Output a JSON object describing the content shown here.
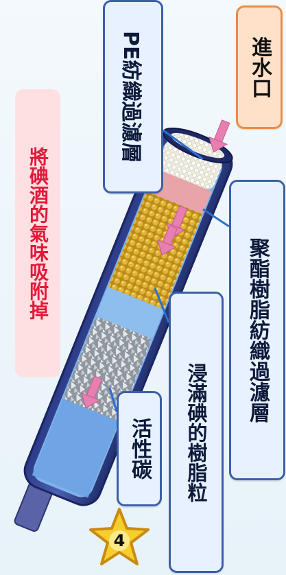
{
  "labels": {
    "inlet": "進水口",
    "pe_layer": "PE紡織過濾層",
    "polyester_layer": "聚酯樹脂紡織過濾層",
    "resin": "浸滿碘的樹脂粒",
    "carbon": "活性碳",
    "title": "將碘酒的氣味吸附掉"
  },
  "step_number": "4",
  "colors": {
    "tube_outer": "#2f3f8e",
    "tube_inner": "#6fa6e6",
    "resin_beads": "#d7a92c",
    "pe_layer": "#f0f0e6",
    "poly_layer": "#f6a8a8",
    "carbon": "#9aa3ad",
    "arrow": "#e67fb0",
    "accent_red": "#e21a3a",
    "star": "#f6cf2f"
  },
  "icons": [
    "flow-arrow-icon",
    "star-badge-icon"
  ]
}
